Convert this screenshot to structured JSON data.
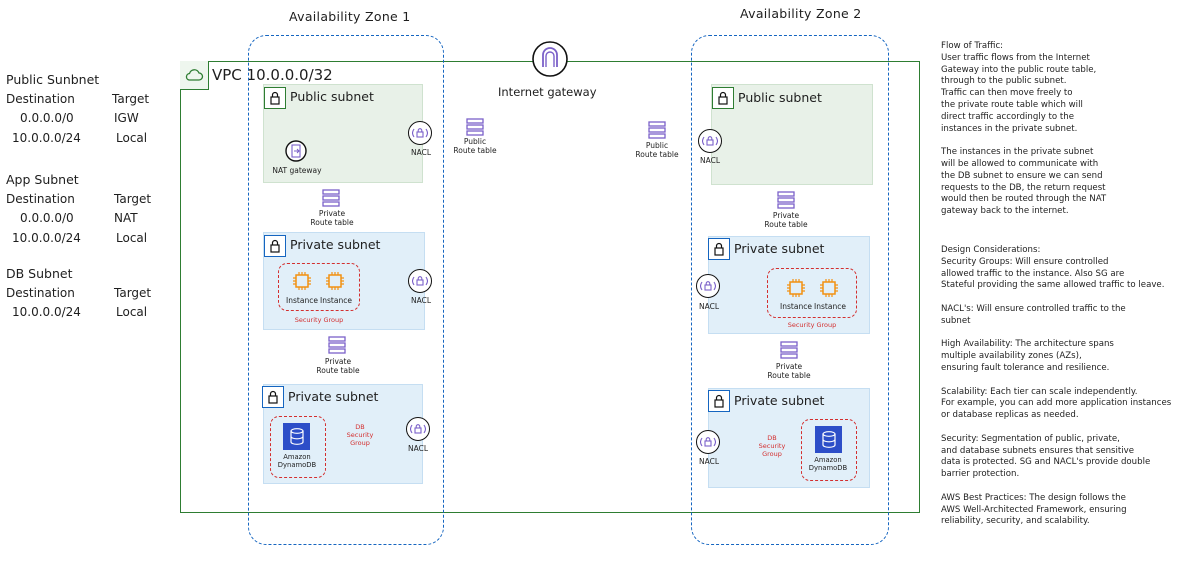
{
  "route_tables": [
    {
      "title": "Public Sunbnet",
      "dest_header": "Destination",
      "target_header": "Target",
      "rows": [
        {
          "dest": "0.0.0.0/0",
          "target": "IGW"
        },
        {
          "dest": "10.0.0.0/24",
          "target": "Local"
        }
      ]
    },
    {
      "title": "App Subnet",
      "dest_header": "Destination",
      "target_header": "Target",
      "rows": [
        {
          "dest": "0.0.0.0/0",
          "target": "NAT"
        },
        {
          "dest": "10.0.0.0/24",
          "target": "Local"
        }
      ]
    },
    {
      "title": "DB Subnet",
      "dest_header": "Destination",
      "target_header": "Target",
      "rows": [
        {
          "dest": "10.0.0.0/24",
          "target": "Local"
        }
      ]
    }
  ],
  "az1_label": "Availability Zone 1",
  "az2_label": "Availability Zone 2",
  "vpc_label": "VPC 10.0.0.0/32",
  "igw_label": "Internet gateway",
  "public_subnet_label": "Public subnet",
  "private_subnet_label": "Private subnet",
  "nat_label": "NAT gateway",
  "nacl_label": "NACL",
  "public_rt_label": "Public\nRoute table",
  "private_rt_label": "Private\nRoute table",
  "instance_label": "Instance",
  "security_group_label": "Security Group",
  "db_sg_label": "DB\nSecurity Group",
  "dynamodb_label": "Amazon\nDynamoDB",
  "notes": {
    "flow": "Flow of Traffic:\nUser traffic flows from the Internet\nGateway into the public route table,\nthrough to the public subnet.\nTraffic can then move freely to\nthe private route table which will\ndirect traffic accordingly to the\ninstances in the private subnet.\n\nThe instances in the private subnet\nwill be allowed to communicate with\nthe DB subnet to ensure we can send\nrequests to the DB, the return request\nwould then be routed through the NAT\ngateway back to the internet.",
    "design": "Design Considerations:\nSecurity Groups: Will ensure controlled\nallowed traffic to the instance. Also SG are\nStateful providing the same allowed traffic to leave.\n\nNACL's: Will ensure controlled traffic to the\nsubnet\n\nHigh Availability: The architecture spans\nmultiple availability zones (AZs),\nensuring fault tolerance and resilience.\n\nScalability: Each tier can scale independently.\nFor example, you can add more application instances\nor database replicas as needed.\n\nSecurity: Segmentation of public, private,\nand database subnets ensures that sensitive\ndata is protected. SG and NACL's provide double\nbarrier protection.\n\nAWS Best Practices: The design follows the\nAWS Well-Architected Framework, ensuring\nreliability, security, and scalability."
  },
  "colors": {
    "vpc_border": "#2e7d32",
    "az_border": "#1565c0",
    "public_subnet_bg": "#e8f1e8",
    "private_subnet_bg": "#e1eff9",
    "security_group": "#d32f2f",
    "route_table_icon": "#7b61c9",
    "instance_icon": "#f29111",
    "dynamodb_icon": "#2d4ec8"
  },
  "icons": [
    "cloud-icon",
    "lock-icon",
    "internet-gateway-icon",
    "nat-gateway-icon",
    "nacl-icon",
    "route-table-icon",
    "instance-icon",
    "dynamodb-icon"
  ]
}
